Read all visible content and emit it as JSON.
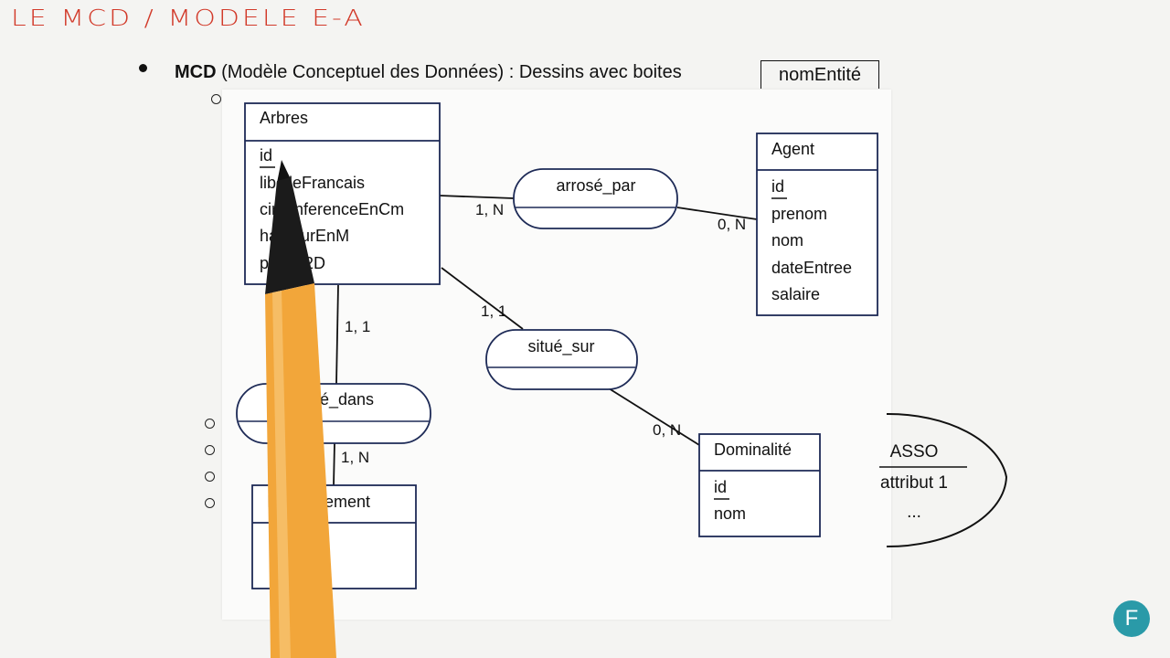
{
  "header": {
    "handwritten_title": "LE MCD / MODELE E-A",
    "bullet_bold": "MCD",
    "bullet_rest": " (Modèle Conceptuel des Données) : Dessins avec boites",
    "nom_entite": "nomEntité"
  },
  "entities": {
    "arbres": {
      "title": "Arbres",
      "attrs": [
        "id",
        "libelleFrancais",
        "circonferenceEnCm",
        "hauteurEnM",
        "point_2D"
      ]
    },
    "agent": {
      "title": "Agent",
      "attrs": [
        "id",
        "prenom",
        "nom",
        "dateEntree",
        "salaire"
      ]
    },
    "dominalite": {
      "title": "Dominalité",
      "attrs": [
        "id",
        "nom"
      ]
    },
    "etablissement": {
      "title": "Etablissement",
      "attrs": []
    }
  },
  "associations": {
    "arrose_par": "arrosé_par",
    "situe_sur": "situé_sur",
    "pose_dans": "posé_dans"
  },
  "cardinalities": {
    "arbres_arrose": "1, N",
    "agent_arrose": "0, N",
    "arbres_situe": "1, 1",
    "dominalite_situe": "0, N",
    "arbres_pose": "1, 1",
    "etab_pose": "1, N"
  },
  "asso_legend": {
    "title": "ASSO",
    "attr": "attribut 1",
    "more": "..."
  },
  "logo_letter": "F",
  "colors": {
    "handwriting": "#d23a2a",
    "ink": "#111111",
    "pen_body": "#f2a63a",
    "logo": "#2a9aa8"
  }
}
